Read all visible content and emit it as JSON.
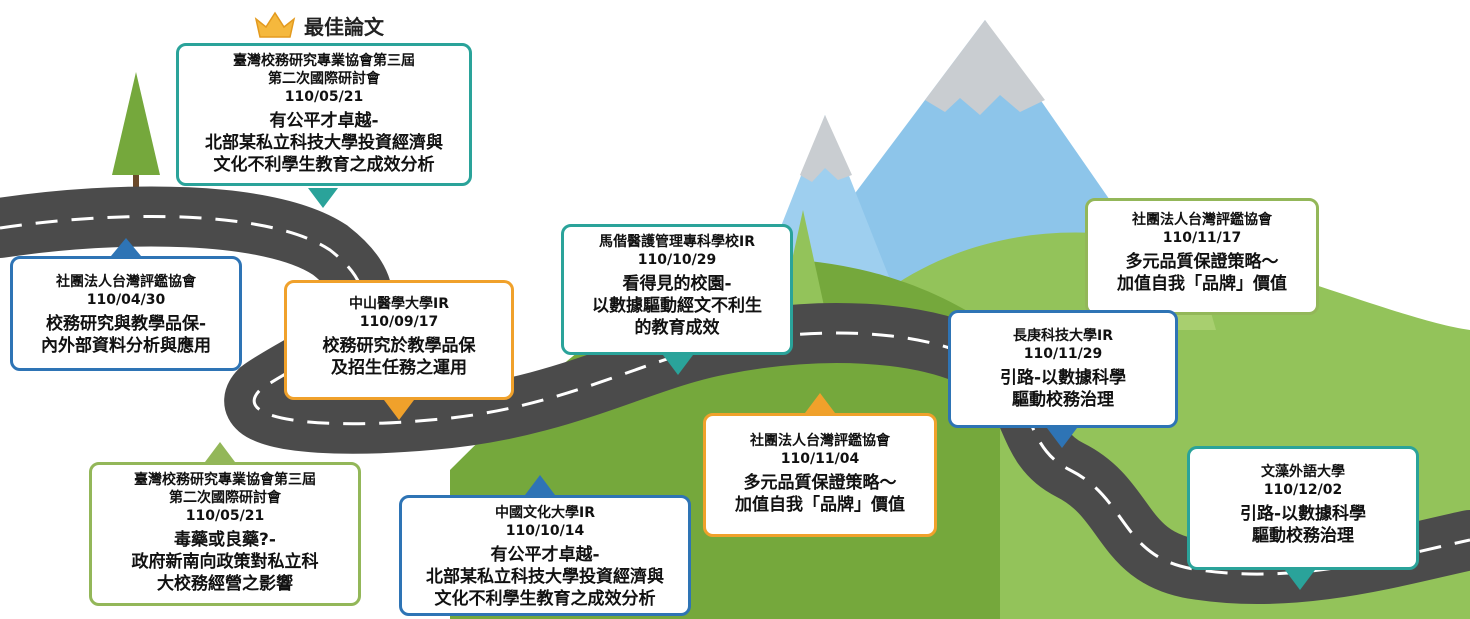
{
  "best_paper": {
    "label": "最佳論文",
    "icon": "crown-icon"
  },
  "cards": [
    {
      "id": "best",
      "color": "#2aa39a",
      "org": "臺灣校務研究專業協會第三屆",
      "org2": "第二次國際研討會",
      "date": "110/05/21",
      "topic": [
        "有公平才卓越-",
        "北部某私立科技大學投資經濟與",
        "文化不利學生教育之成效分析"
      ]
    },
    {
      "id": "a",
      "color": "#2e74b5",
      "org": "社團法人台灣評鑑協會",
      "date": "110/04/30",
      "topic": [
        "校務研究與教學品保-",
        "內外部資料分析與應用"
      ]
    },
    {
      "id": "b",
      "color": "#93b759",
      "org": "臺灣校務研究專業協會第三屆",
      "org2": "第二次國際研討會",
      "date": "110/05/21",
      "topic": [
        "毒藥或良藥?-",
        "政府新南向政策對私立科",
        "大校務經營之影響"
      ]
    },
    {
      "id": "c",
      "color": "#f0a12b",
      "org": "中山醫學大學IR",
      "date": "110/09/17",
      "topic": [
        "校務研究於教學品保",
        "及招生任務之運用"
      ]
    },
    {
      "id": "d",
      "color": "#2e74b5",
      "org": "中國文化大學IR",
      "date": "110/10/14",
      "topic": [
        "有公平才卓越-",
        "北部某私立科技大學投資經濟與",
        "文化不利學生教育之成效分析"
      ]
    },
    {
      "id": "e",
      "color": "#2aa39a",
      "org": "馬偕醫護管理專科學校IR",
      "date": "110/10/29",
      "topic": [
        "看得見的校園-",
        "以數據驅動經文不利生",
        "的教育成效"
      ]
    },
    {
      "id": "f",
      "color": "#f0a12b",
      "org": "社團法人台灣評鑑協會",
      "date": "110/11/04",
      "topic": [
        "多元品質保證策略～",
        "加值自我「品牌」價值"
      ]
    },
    {
      "id": "g",
      "color": "#93b759",
      "org": "社團法人台灣評鑑協會",
      "date": "110/11/17",
      "topic": [
        "多元品質保證策略～",
        "加值自我「品牌」價值"
      ]
    },
    {
      "id": "h",
      "color": "#2e74b5",
      "org": "長庚科技大學IR",
      "date": "110/11/29",
      "topic": [
        "引路-以數據科學",
        "驅動校務治理"
      ]
    },
    {
      "id": "i",
      "color": "#2aa39a",
      "org": "文藻外語大學",
      "date": "110/12/02",
      "topic": [
        "引路-以數據科學",
        "驅動校務治理"
      ]
    }
  ]
}
